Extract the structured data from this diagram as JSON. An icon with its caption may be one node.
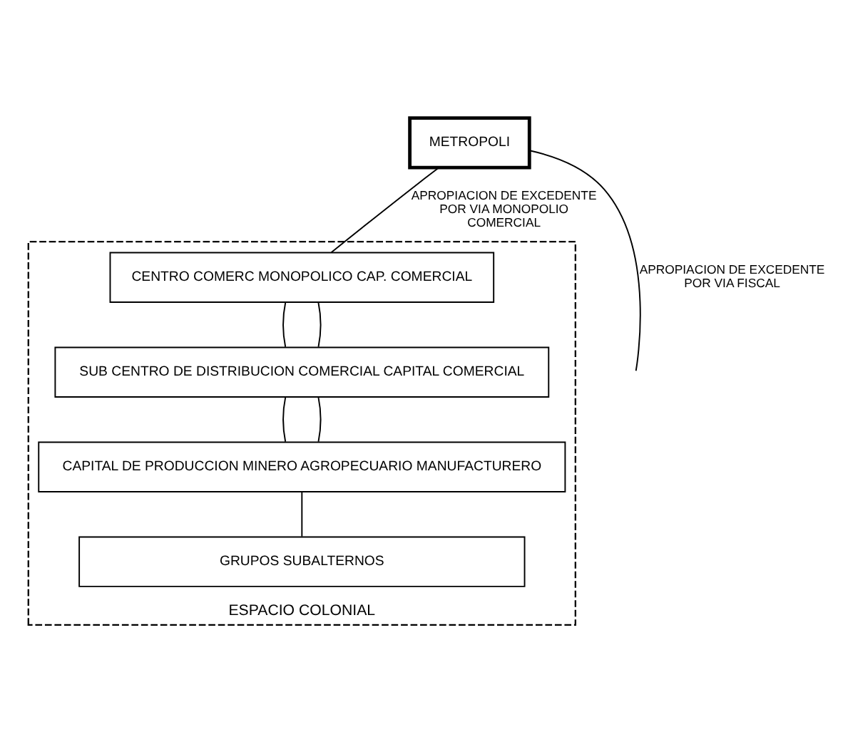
{
  "diagram": {
    "nodes": [
      {
        "text": [
          "METROPOLI"
        ]
      },
      {
        "text": [
          "ESPACIO COLONIAL"
        ]
      },
      {
        "text": [
          "CENTRO COMERC MONOPOLICO CAP. COMERCIAL"
        ],
        "in": 1
      },
      {
        "text": [
          "SUB CENTRO DE DISTRIBUCION COMERCIAL CAPITAL COMERCIAL"
        ],
        "in": 1
      },
      {
        "text": [
          "CAPITAL DE PRODUCCION MINERO AGROPECUARIO MANUFACTURERO"
        ],
        "in": 1
      },
      {
        "text": [
          "GRUPOS SUBALTERNOS"
        ],
        "in": 1
      }
    ],
    "edges": [
      {
        "from": 0,
        "to": null,
        "arrow": "none",
        "label": "APROPIACION DE EXCEDENTE POR VIA FISCAL"
      },
      {
        "from": 0,
        "to": 2,
        "arrow": "none",
        "label": "APROPIACION DE EXCEDENTE POR VIA MONOPOLIO COMERCIAL"
      },
      {
        "from": 2,
        "to": 3,
        "arrow": "none"
      },
      {
        "from": 2,
        "to": 3,
        "arrow": "none"
      },
      {
        "from": 3,
        "to": 4,
        "arrow": "none"
      },
      {
        "from": 3,
        "to": 4,
        "arrow": "none"
      },
      {
        "from": 4,
        "to": 5,
        "arrow": "none"
      }
    ]
  }
}
